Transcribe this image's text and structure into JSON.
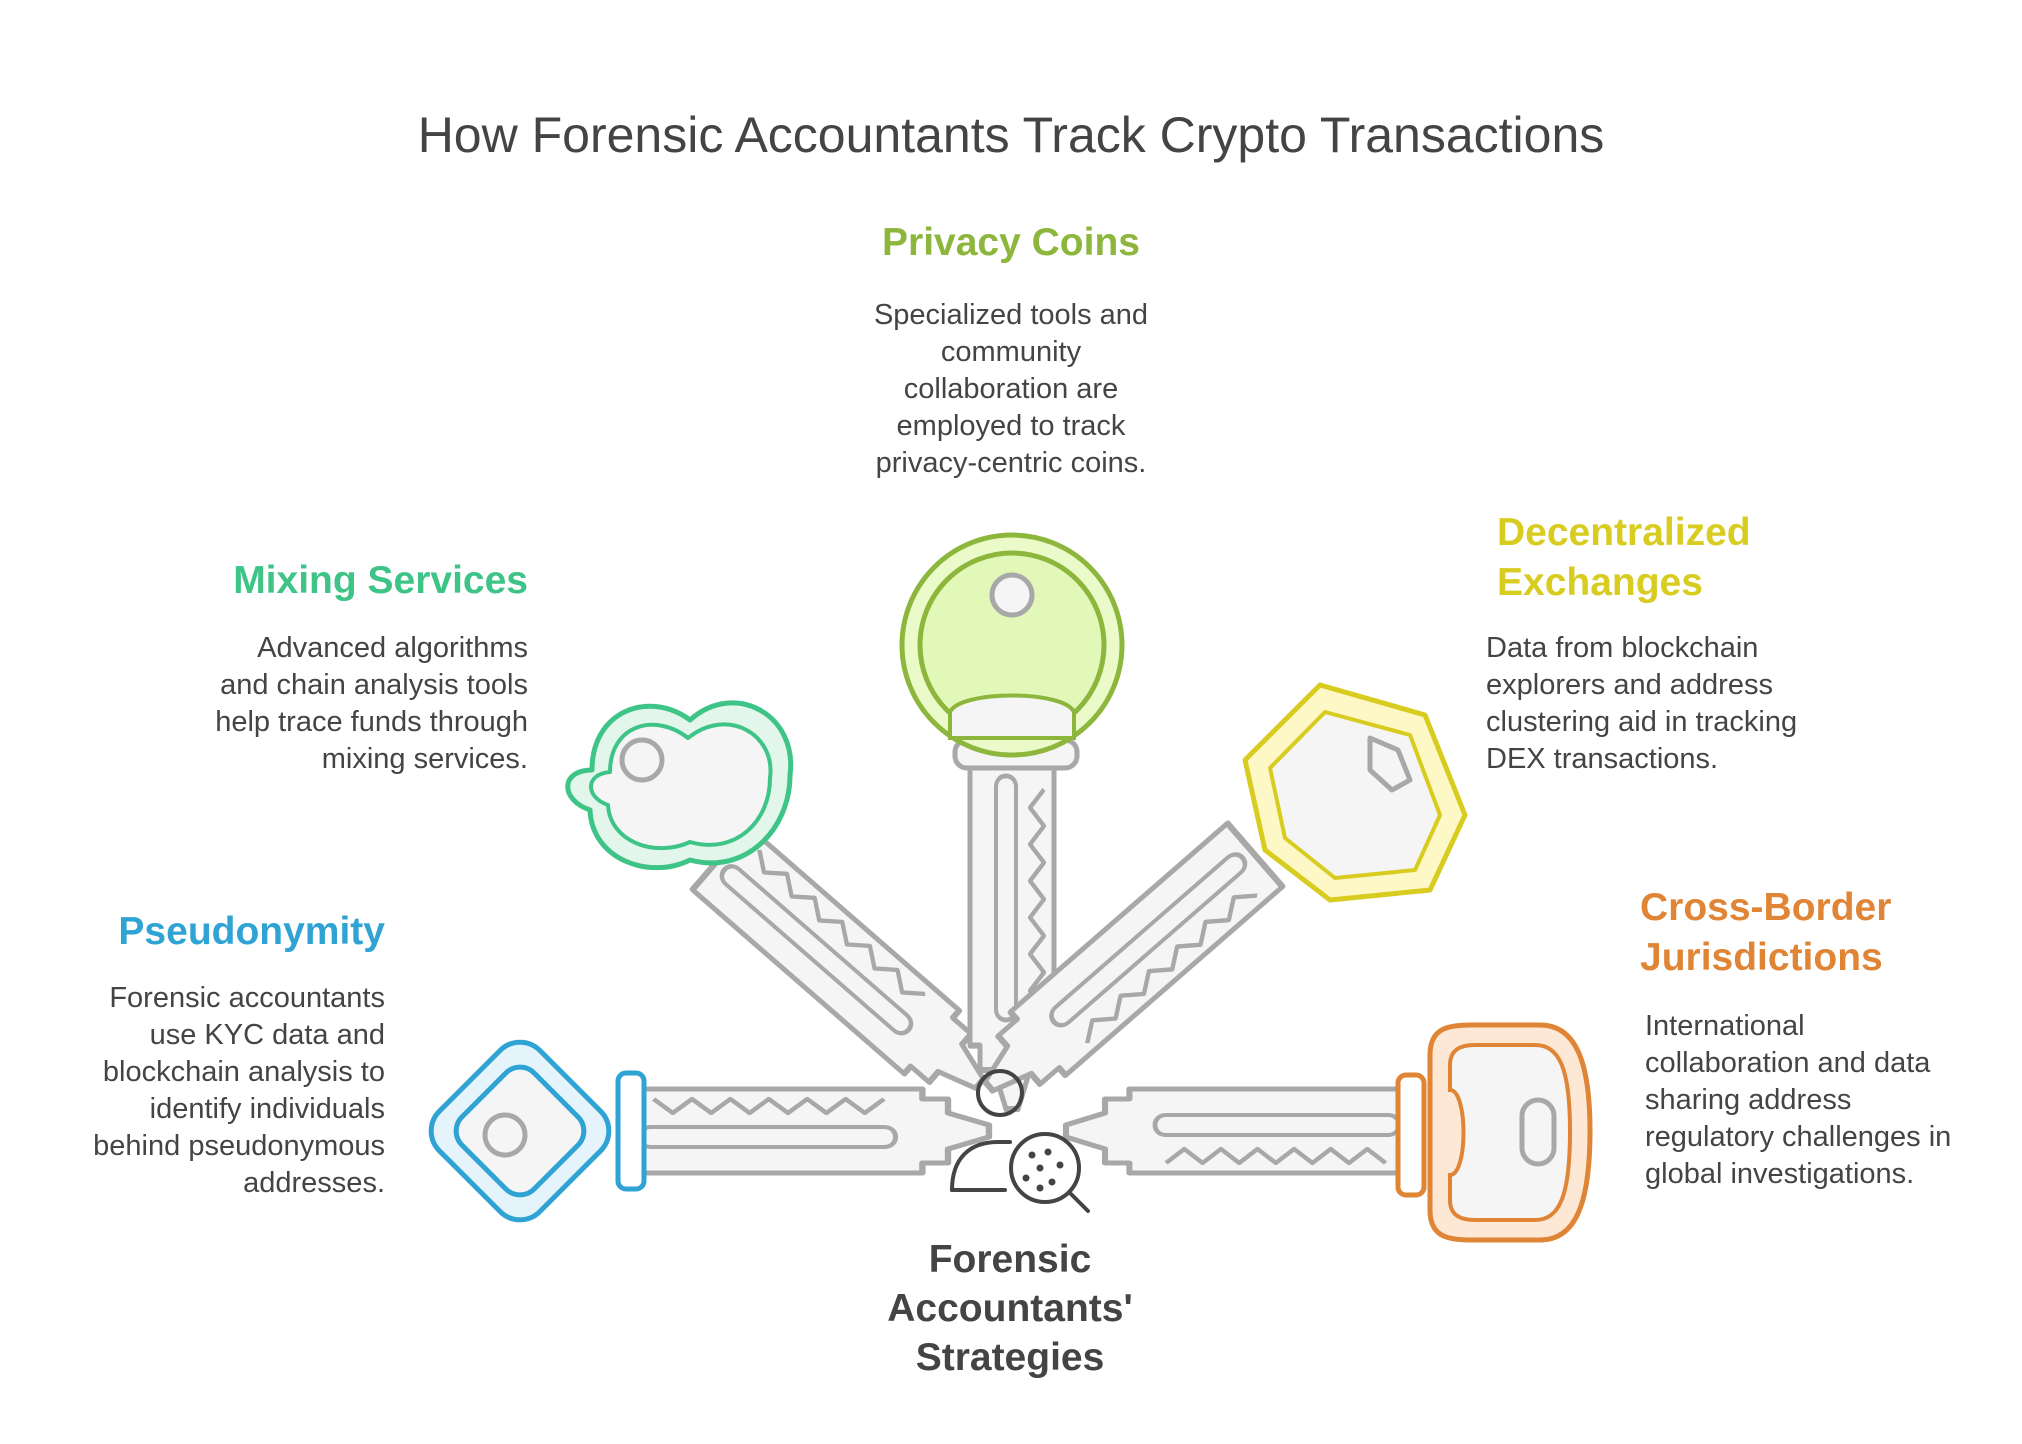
{
  "title": "How Forensic Accountants Track Crypto Transactions",
  "center": {
    "label_lines": [
      "Forensic",
      "Accountants'",
      "Strategies"
    ],
    "icon": "person-search-icon"
  },
  "colors": {
    "pseudonymity": "#2fa3d3",
    "mixing": "#3ec487",
    "privacy": "#8cb63c",
    "dex": "#d8cc21",
    "crossborder": "#df8535",
    "key_gray": "#a8a8a8",
    "text": "#444444"
  },
  "strategies": {
    "pseudonymity": {
      "title_lines": [
        "Pseudonymity"
      ],
      "desc_lines": [
        "Forensic accountants",
        "use KYC data and",
        "blockchain analysis to",
        "identify individuals",
        "behind pseudonymous",
        "addresses."
      ]
    },
    "mixing": {
      "title_lines": [
        "Mixing Services"
      ],
      "desc_lines": [
        "Advanced algorithms",
        "and chain analysis tools",
        "help trace funds through",
        "mixing services."
      ]
    },
    "privacy": {
      "title_lines": [
        "Privacy Coins"
      ],
      "desc_lines": [
        "Specialized tools and",
        "community",
        "collaboration are",
        "employed to track",
        "privacy-centric coins."
      ]
    },
    "dex": {
      "title_lines": [
        "Decentralized",
        "Exchanges"
      ],
      "desc_lines": [
        "Data from blockchain",
        "explorers and address",
        "clustering aid in tracking",
        "DEX transactions."
      ]
    },
    "crossborder": {
      "title_lines": [
        "Cross-Border",
        "Jurisdictions"
      ],
      "desc_lines": [
        "International",
        "collaboration and data",
        "sharing address",
        "regulatory challenges in",
        "global investigations."
      ]
    }
  }
}
